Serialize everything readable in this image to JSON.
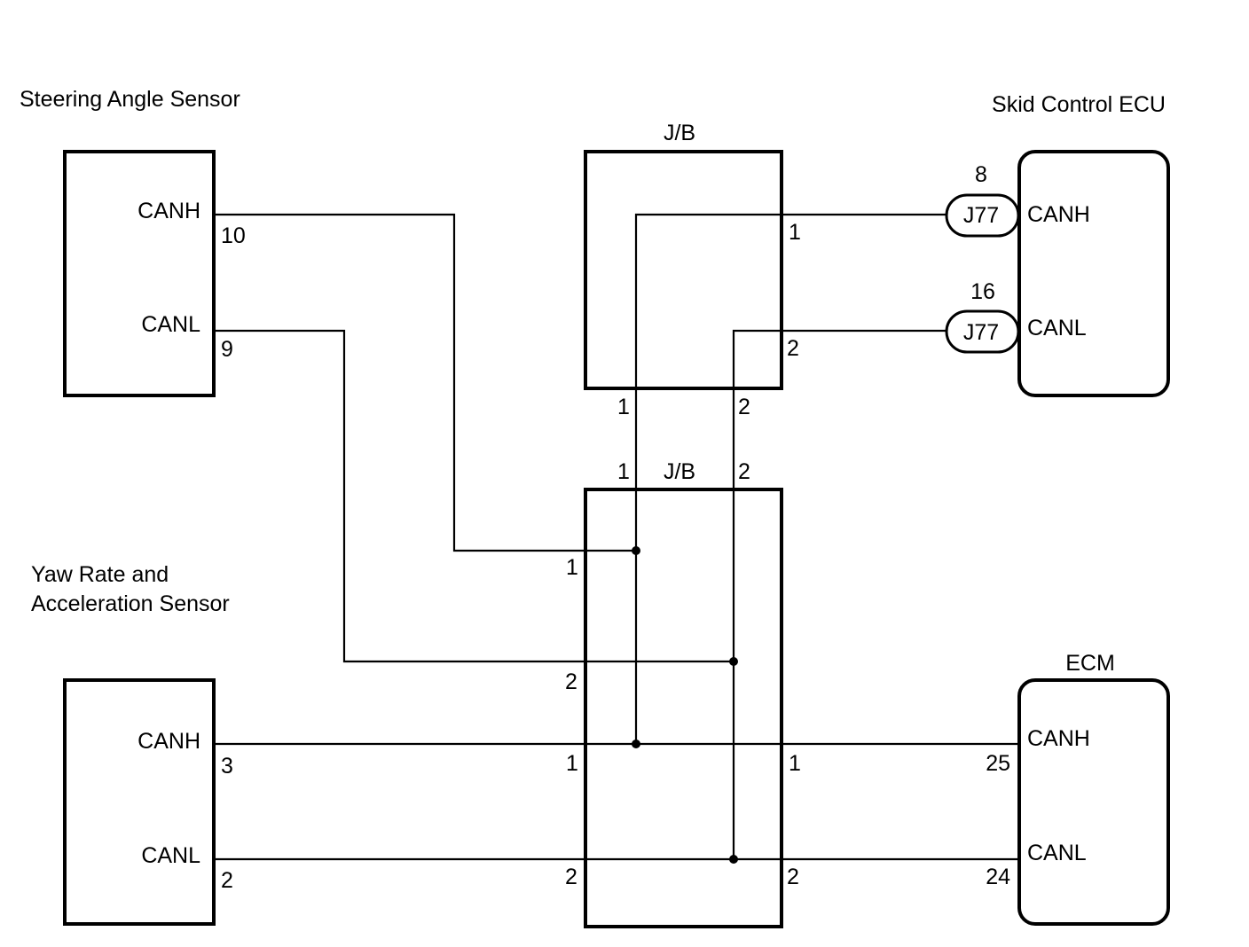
{
  "components": {
    "steering_angle_sensor": {
      "title": "Steering Angle Sensor",
      "canh_label": "CANH",
      "canh_pin": "10",
      "canl_label": "CANL",
      "canl_pin": "9"
    },
    "yaw_rate_sensor": {
      "title_line1": "Yaw Rate and",
      "title_line2": "Acceleration Sensor",
      "canh_label": "CANH",
      "canh_pin": "3",
      "canl_label": "CANL",
      "canl_pin": "2"
    },
    "jb_upper": {
      "title": "J/B",
      "right_pin_canh": "1",
      "right_pin_canl": "2",
      "bottom_pin_canh": "1",
      "bottom_pin_canl": "2"
    },
    "jb_lower": {
      "title": "J/B",
      "top_pin_canh": "1",
      "top_pin_canl": "2",
      "left_pin_sas_canh": "1",
      "left_pin_sas_canl": "2",
      "left_pin_yaw_canh": "1",
      "left_pin_yaw_canl": "2",
      "right_pin_canh": "1",
      "right_pin_canl": "2"
    },
    "skid_control_ecu": {
      "title": "Skid Control ECU",
      "connector_canh": "J77",
      "canh_pin": "8",
      "canh_label": "CANH",
      "connector_canl": "J77",
      "canl_pin": "16",
      "canl_label": "CANL"
    },
    "ecm": {
      "title": "ECM",
      "canh_label": "CANH",
      "canh_pin": "25",
      "canl_label": "CANL",
      "canl_pin": "24"
    }
  }
}
